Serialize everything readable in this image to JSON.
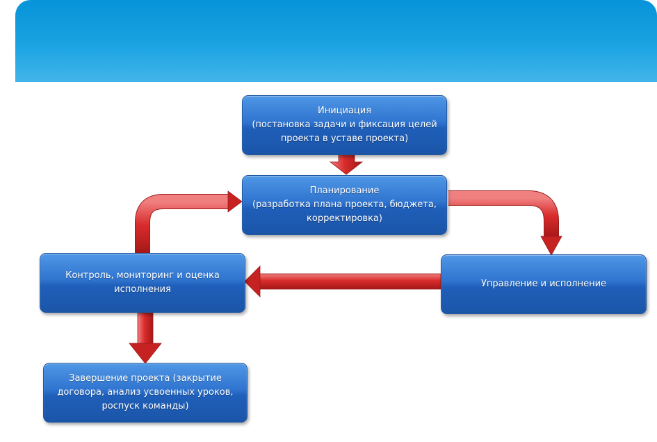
{
  "colors": {
    "header": "#1aa3e2",
    "box": "#2f74cf",
    "arrow": "#d42a2a"
  },
  "nodes": {
    "initiation": "Инициация\n(постановка задачи и фиксация целей\nпроекта в уставе проекта)",
    "planning": "Планирование\n(разработка плана проекта, бюджета,\nкорректировка)",
    "execution": "Управление и исполнение",
    "control": "Контроль, мониторинг и оценка\nисполнения",
    "closing": "Завершение проекта (закрытие\nдоговора, анализ усвоенных уроков,\nроспуск команды)"
  }
}
